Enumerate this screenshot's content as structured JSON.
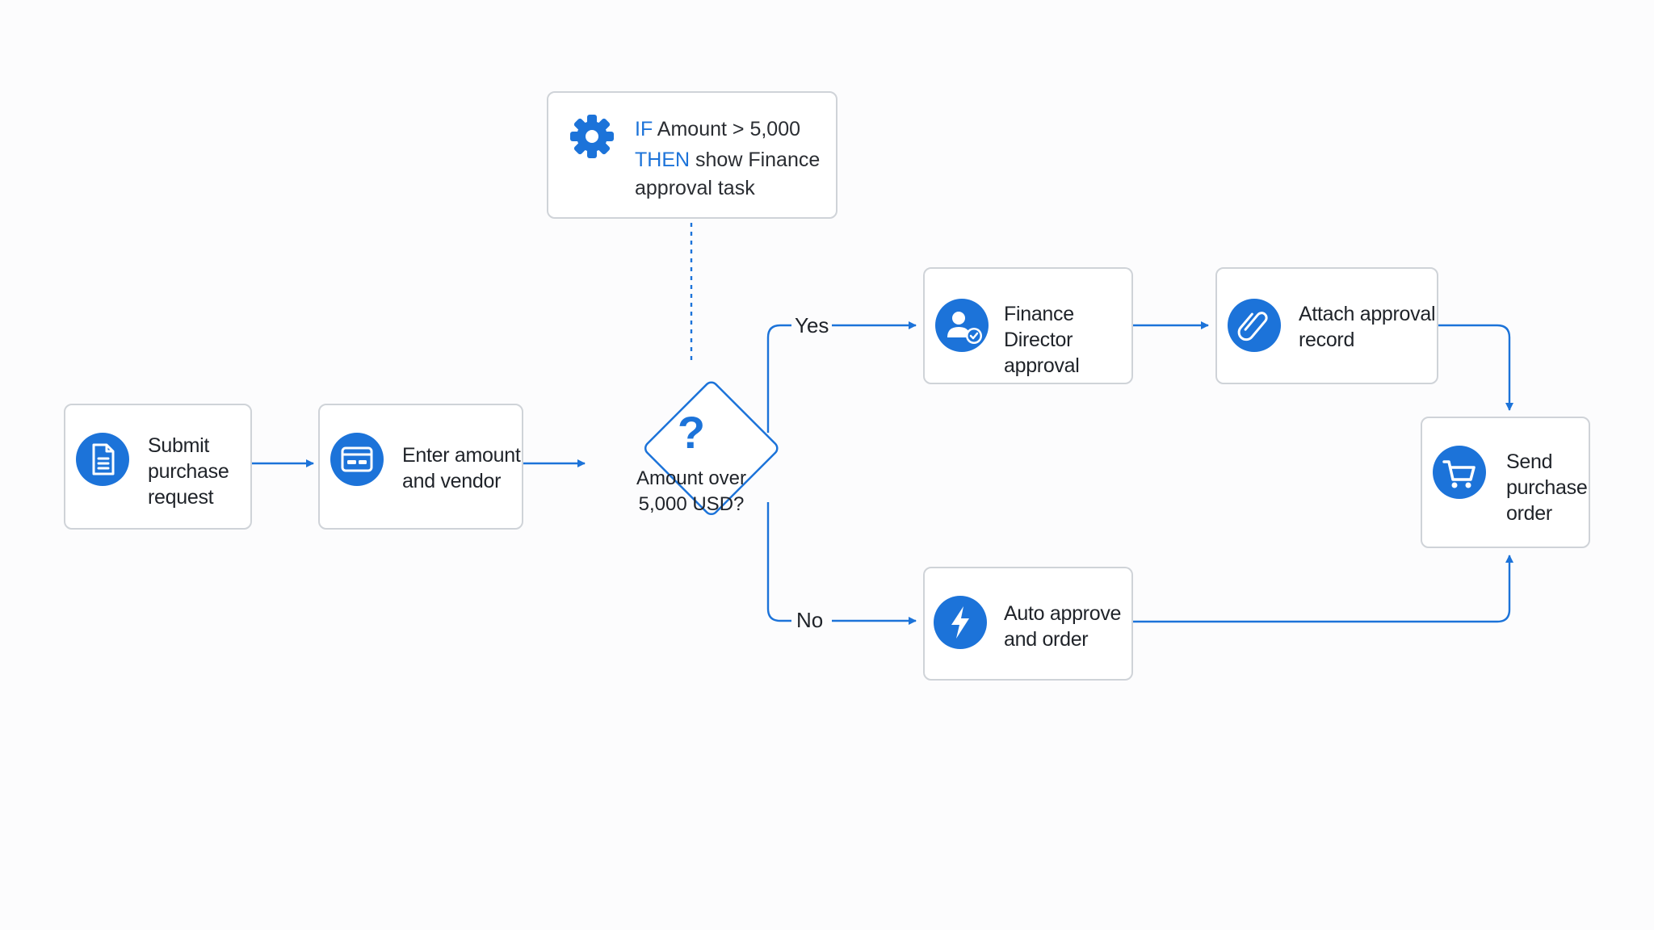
{
  "rule": {
    "if_keyword": "IF",
    "if_text": "Amount > 5,000",
    "then_keyword": "THEN",
    "then_text": "show Finance",
    "then_text_2": "approval task",
    "icon": "gear-icon"
  },
  "nodes": {
    "submit": {
      "label": "Submit\npurchase\nrequest",
      "icon": "document-icon"
    },
    "enter": {
      "label": "Enter amount\nand vendor",
      "icon": "form-icon"
    },
    "decision": {
      "symbol": "?",
      "label": "Amount over\n5,000 USD?"
    },
    "finance": {
      "label": "Finance Director\napproval",
      "icon": "user-check-icon"
    },
    "attach": {
      "label": "Attach approval\nrecord",
      "icon": "paperclip-icon"
    },
    "auto": {
      "label": "Auto approve\nand order",
      "icon": "lightning-icon"
    },
    "send": {
      "label": "Send\npurchase\norder",
      "icon": "cart-icon"
    }
  },
  "branches": {
    "yes": "Yes",
    "no": "No"
  },
  "colors": {
    "accent": "#1c73d9",
    "border": "#cfd3d8",
    "text": "#1f2329",
    "background": "#fcfcfd"
  }
}
